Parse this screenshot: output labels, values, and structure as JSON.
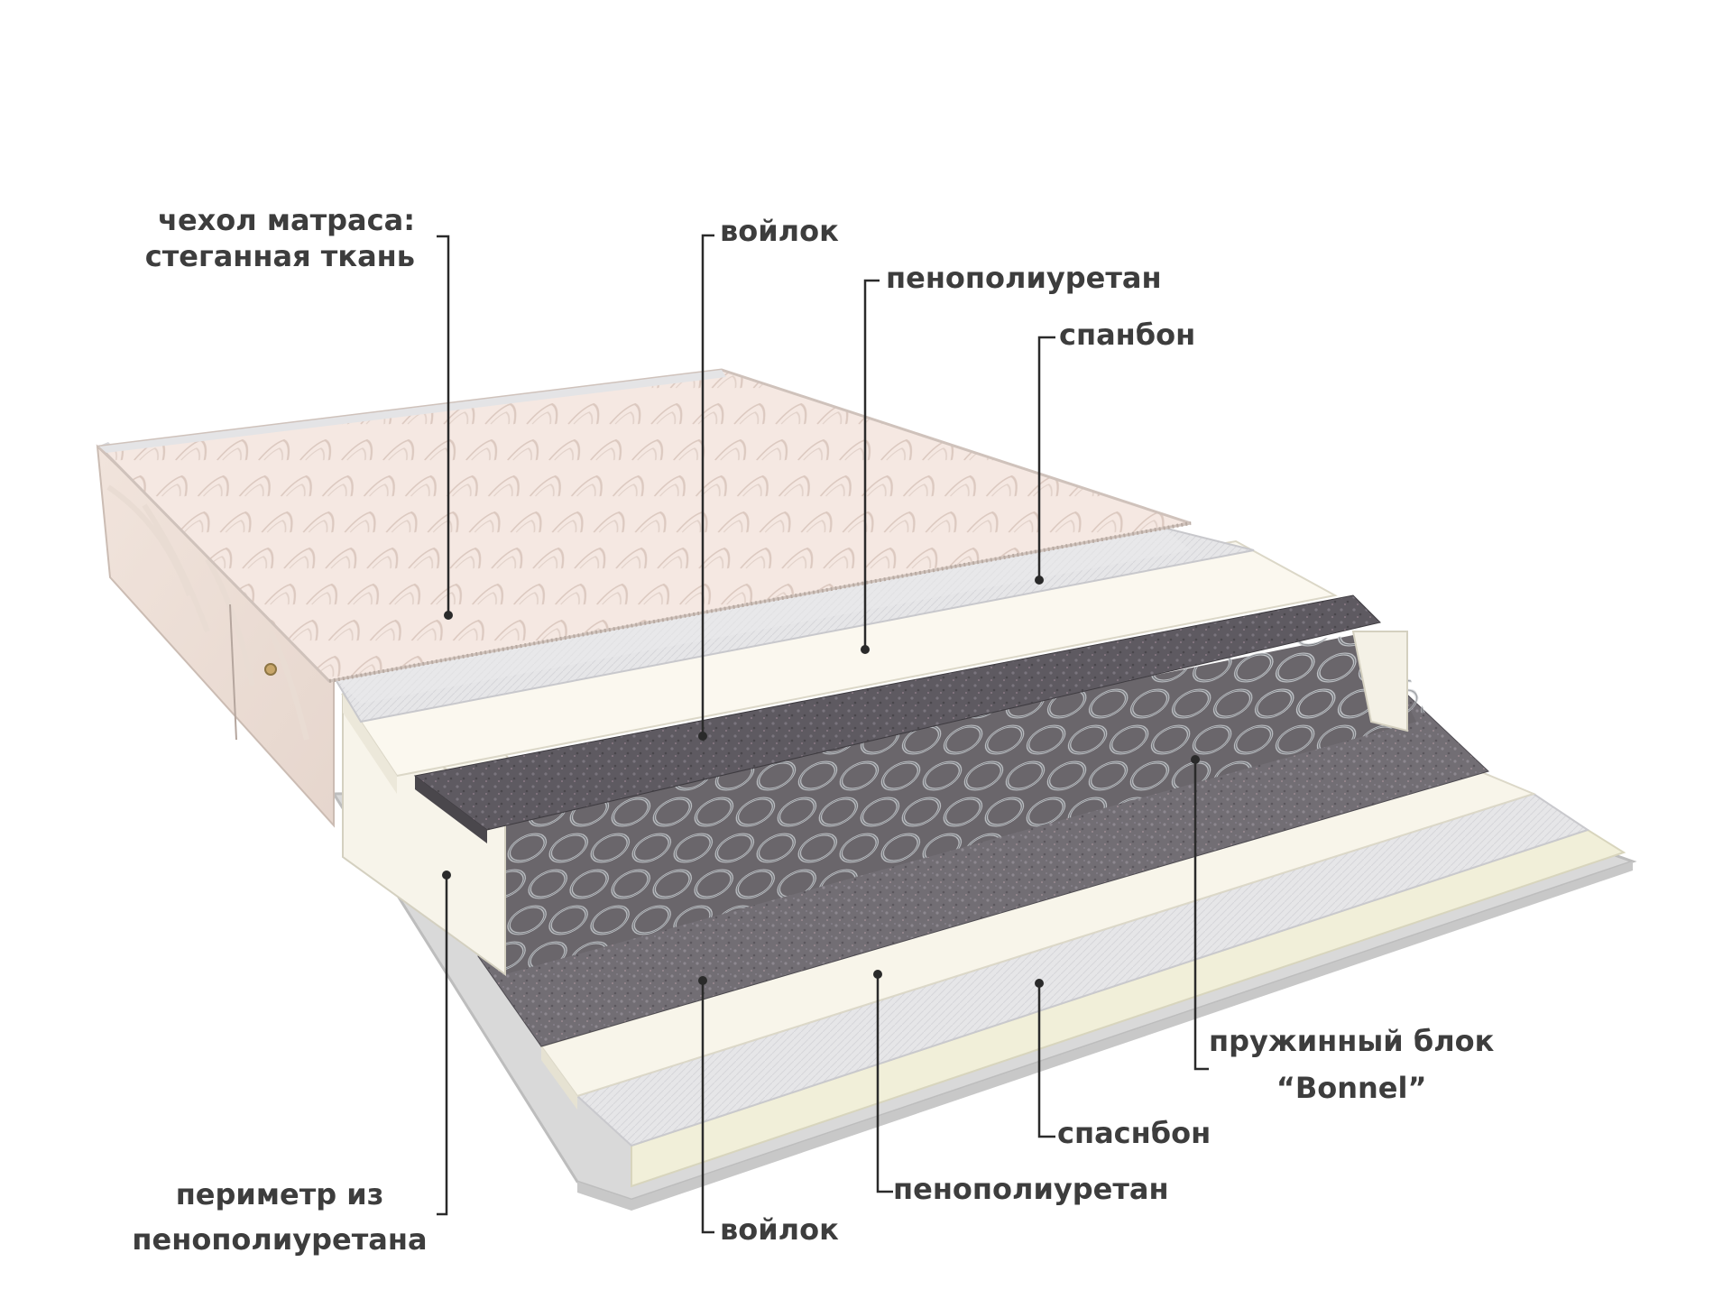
{
  "labels": {
    "cover": [
      "чехол матраса:",
      "стеганная ткань"
    ],
    "felt_top": "войлок",
    "pu_top": "пенополиуретан",
    "spunbond_top": "спанбон",
    "spring_block": [
      "пружинный блок",
      "“Bonnel”"
    ],
    "spunbond_bottom": "спаснбон",
    "pu_bottom": "пенополиуретан",
    "felt_bottom": "войлок",
    "perimeter": [
      "периметр из",
      "пенополиуретана"
    ]
  },
  "colors": {
    "text": "#3d3d3d",
    "leader_line": "#2a2a2a",
    "cover_fabric": "#f4e6e0",
    "spunbond": "#e4e4e6",
    "foam": "#f7f3e6",
    "felt": "#6e6a70",
    "spring_steel": "#b9bcc0",
    "bottom_base": "#dcdcdc"
  }
}
